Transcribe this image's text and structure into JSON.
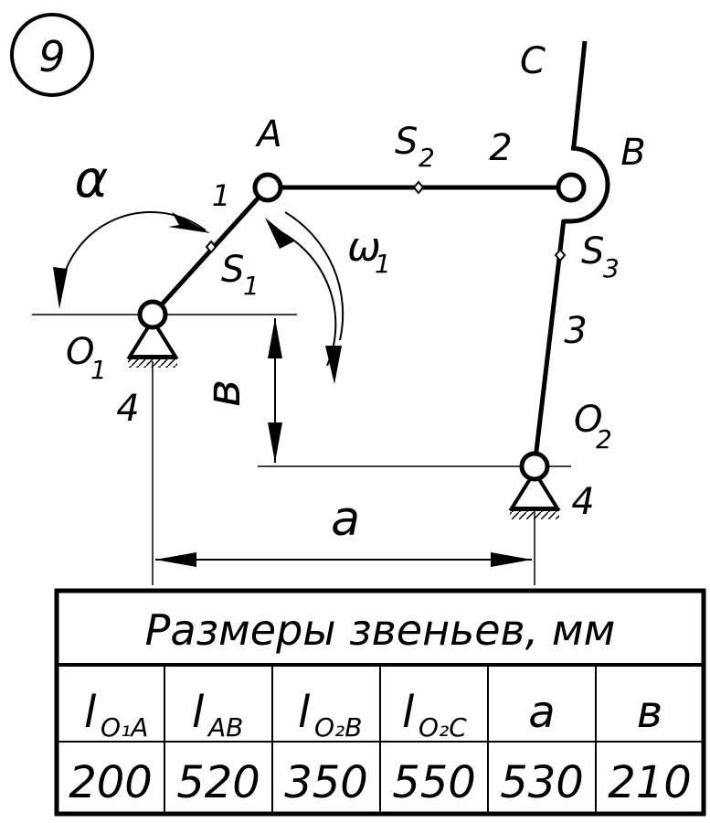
{
  "variant": "9",
  "labels": {
    "A": "A",
    "B": "B",
    "C": "C",
    "S1": "S",
    "S1_sub": "1",
    "S2": "S",
    "S2_sub": "2",
    "S3": "S",
    "S3_sub": "3",
    "O1": "O",
    "O1_sub": "1",
    "O2": "O",
    "O2_sub": "2",
    "link1": "1",
    "link2": "2",
    "link3": "3",
    "ground1": "4",
    "ground2": "4",
    "alpha": "α",
    "omega": "ω",
    "omega_sub": "1",
    "dim_a": "a",
    "dim_b": "в"
  },
  "table": {
    "title": "Размеры звеньев, мм",
    "headers": [
      {
        "main": "l",
        "sub": "O₁A"
      },
      {
        "main": "l",
        "sub": "AB"
      },
      {
        "main": "l",
        "sub": "O₂B"
      },
      {
        "main": "l",
        "sub": "O₂C"
      },
      {
        "main": "a",
        "sub": ""
      },
      {
        "main": "в",
        "sub": ""
      }
    ],
    "values": [
      "200",
      "520",
      "350",
      "550",
      "530",
      "210"
    ]
  }
}
